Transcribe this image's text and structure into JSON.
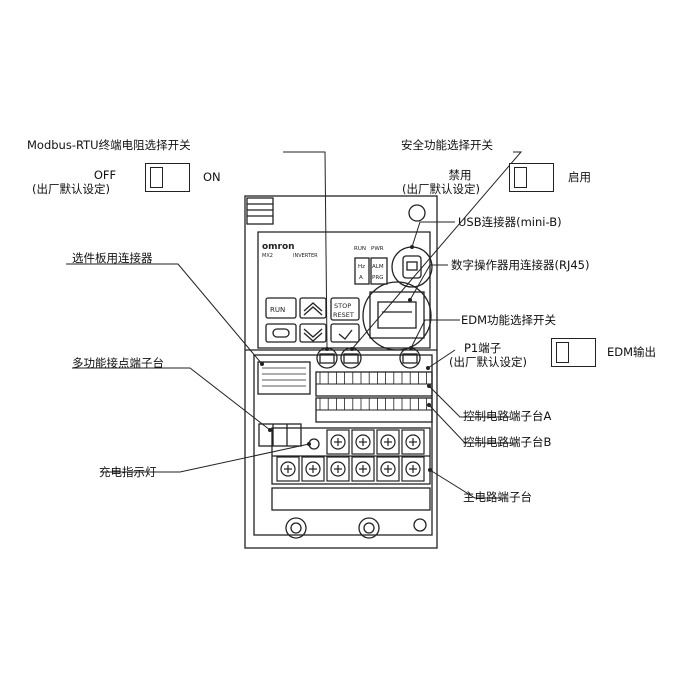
{
  "labels": {
    "modbus_switch": "Modbus-RTU终端电阻选择开关",
    "off": "OFF",
    "factory_default_1": "(出厂默认设定)",
    "on": "ON",
    "safety_switch": "安全功能选择开关",
    "disabled": "禁用",
    "factory_default_2": "(出厂默认设定)",
    "enabled": "启用",
    "usb_connector": "USB连接器(mini-B)",
    "option_board_connector": "选件板用连接器",
    "operator_connector": "数字操作器用连接器(RJ45)",
    "edm_switch": "EDM功能选择开关",
    "p1_terminal": "P1端子",
    "factory_default_3": "(出厂默认设定)",
    "edm_output": "EDM输出",
    "relay_terminal": "多功能接点端子台",
    "control_terminal_a": "控制电路端子台A",
    "control_terminal_b": "控制电路端子台B",
    "charge_lamp": "充电指示灯",
    "main_terminal": "主电路端子台"
  },
  "device": {
    "brand": "omron",
    "model": "MX2",
    "type": "INVERTER",
    "led_run": "RUN",
    "led_pwr": "PWR",
    "led_hz": "Hz",
    "led_a": "A",
    "led_alm": "ALM",
    "led_prg": "PRG",
    "key_run": "RUN",
    "key_stop": "STOP",
    "key_reset": "RESET"
  }
}
